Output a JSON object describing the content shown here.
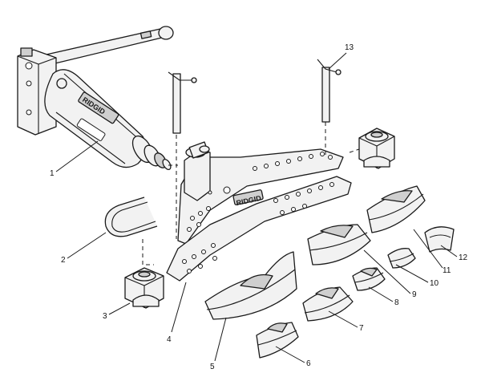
{
  "brand": "RIDGID",
  "callouts": [
    {
      "id": "c1",
      "label": "1"
    },
    {
      "id": "c2",
      "label": "2"
    },
    {
      "id": "c3",
      "label": "3"
    },
    {
      "id": "c4",
      "label": "4"
    },
    {
      "id": "c5",
      "label": "5"
    },
    {
      "id": "c6",
      "label": "6"
    },
    {
      "id": "c7",
      "label": "7"
    },
    {
      "id": "c8",
      "label": "8"
    },
    {
      "id": "c9",
      "label": "9"
    },
    {
      "id": "c10",
      "label": "10"
    },
    {
      "id": "c11",
      "label": "11"
    },
    {
      "id": "c12",
      "label": "12"
    },
    {
      "id": "c13",
      "label": "13"
    }
  ]
}
